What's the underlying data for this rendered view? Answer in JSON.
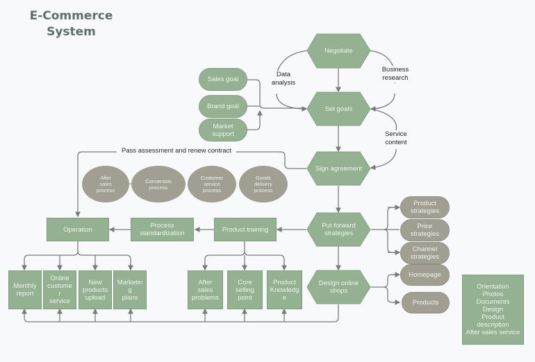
{
  "title": [
    "E-Commerce",
    "System"
  ],
  "colors": {
    "green": "#94b292",
    "grey": "#a09f92",
    "line": "#7a7a7a",
    "title": "#5f6f68"
  },
  "hexagons": {
    "negotiate": "Negotiate",
    "set_goals": "Set goals",
    "sign_agreement": "Sign agreement",
    "put_forward": "Put forward\nstrategies",
    "design_shops": "Design online\nshops"
  },
  "goals": [
    "Sales goal",
    "Brand goal",
    "Market\nsupport"
  ],
  "edge_labels": {
    "data_analysis": "Data\nanalysis",
    "business_research": "Business\nresearch",
    "service_content": "Service\ncontent",
    "pass_assessment": "Pass assessment and renew contract"
  },
  "processes": [
    "After\nsales\nprocess",
    "Conversion\nprocess",
    "Customer\nservice\nprocess",
    "Goods\ndelivery\nprocess"
  ],
  "chain": {
    "operation": "Operation",
    "standardization": "Process\nstandardization",
    "training": "Product training"
  },
  "operation_children": [
    "Monthly\nreport",
    "Online\ncustome\nr\nservice",
    "New\nproducts\nupload",
    "Marketin\ng\nplans"
  ],
  "training_children": [
    "After\nsales\nproblems",
    "Core\nselling\npoint",
    "Product\nKnowledg\ne"
  ],
  "strategies": [
    "Product\nstrategies",
    "Price\nstrategies",
    "Channel\nstrategies"
  ],
  "shop_items": [
    "Homepage",
    "Products"
  ],
  "details_box": "Orientation\nPhotos\nDocuments\nDesign\nProduct\ndescription\nAfter sales service"
}
